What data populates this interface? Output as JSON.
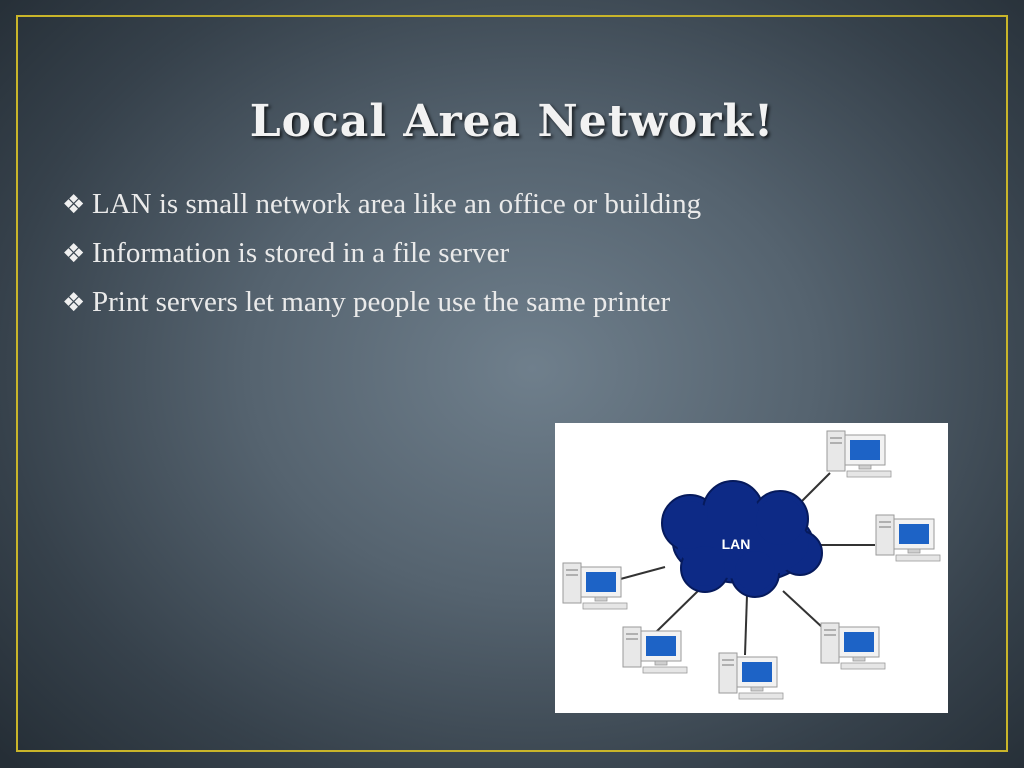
{
  "slide": {
    "title": "Local Area Network!",
    "bullet_glyph": "❖",
    "bullets": [
      "LAN is small network area like an office or building",
      "Information is stored in a file server",
      "Print servers let many people use the same printer"
    ]
  },
  "diagram": {
    "hub_label": "LAN",
    "hub_color": "#0d2a86",
    "screen_color": "#1d63c6"
  },
  "colors": {
    "frame": "#c9b52a",
    "text": "#eaeaea"
  }
}
